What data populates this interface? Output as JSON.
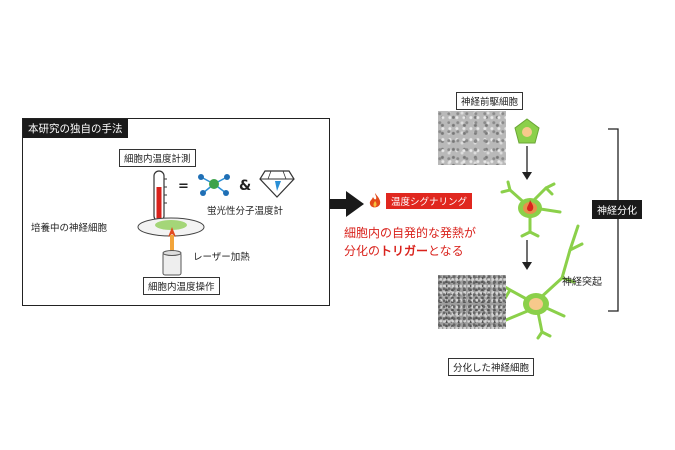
{
  "panel": {
    "title": "本研究の独自の手法",
    "measure_label": "細胞内温度計測",
    "culture_label": "培養中の神経細胞",
    "equals": "=",
    "ampersand": "&",
    "thermometer_label": "蛍光性分子温度計",
    "laser_label": "レーザー加熱",
    "operation_label": "細胞内温度操作"
  },
  "middle": {
    "signaling_tag": "温度シグナリング",
    "statement_line1": "細胞内の自発的な発熱が",
    "statement_line2_a": "分化の",
    "statement_line2_b": "トリガー",
    "statement_line2_c": "となる"
  },
  "right": {
    "progenitor_label": "神経前駆細胞",
    "differentiation_tag": "神経分化",
    "neurite_label": "神経突起",
    "differentiated_label": "分化した神経細胞"
  },
  "colors": {
    "accent_red": "#d9221c",
    "cell_green": "#8bd04a",
    "dark": "#1a1a1a"
  }
}
